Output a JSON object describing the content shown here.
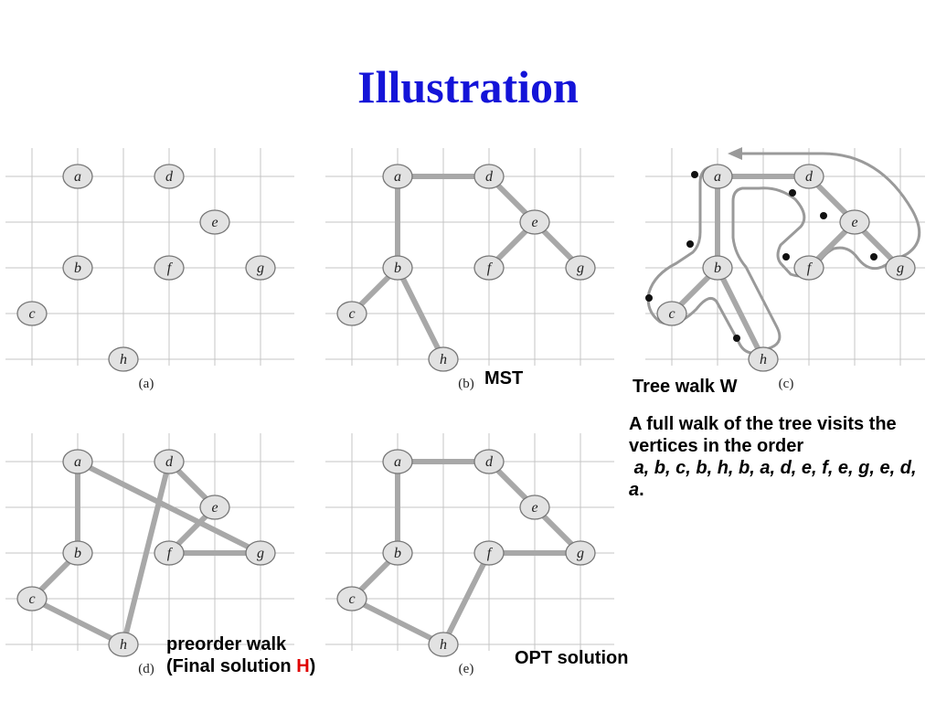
{
  "title": "Illustration",
  "vertices": [
    {
      "id": "a",
      "gx": 1,
      "gy": 0
    },
    {
      "id": "d",
      "gx": 3,
      "gy": 0
    },
    {
      "id": "e",
      "gx": 4,
      "gy": 1
    },
    {
      "id": "b",
      "gx": 1,
      "gy": 2
    },
    {
      "id": "f",
      "gx": 3,
      "gy": 2
    },
    {
      "id": "g",
      "gx": 5,
      "gy": 2
    },
    {
      "id": "c",
      "gx": 0,
      "gy": 3
    },
    {
      "id": "h",
      "gx": 2,
      "gy": 4
    }
  ],
  "panels": [
    {
      "id": "a",
      "label": "(a)",
      "edges": [],
      "walk": false
    },
    {
      "id": "b",
      "label": "(b)",
      "edges": [
        [
          "a",
          "d"
        ],
        [
          "a",
          "b"
        ],
        [
          "d",
          "e"
        ],
        [
          "e",
          "f"
        ],
        [
          "e",
          "g"
        ],
        [
          "b",
          "c"
        ],
        [
          "b",
          "h"
        ]
      ],
      "walk": false
    },
    {
      "id": "c",
      "label": "(c)",
      "edges": [
        [
          "a",
          "d"
        ],
        [
          "a",
          "b"
        ],
        [
          "d",
          "e"
        ],
        [
          "e",
          "f"
        ],
        [
          "e",
          "g"
        ],
        [
          "b",
          "c"
        ],
        [
          "b",
          "h"
        ]
      ],
      "walk": true
    },
    {
      "id": "d",
      "label": "(d)",
      "edges": [
        [
          "a",
          "b"
        ],
        [
          "b",
          "c"
        ],
        [
          "c",
          "h"
        ],
        [
          "h",
          "d"
        ],
        [
          "d",
          "e"
        ],
        [
          "e",
          "f"
        ],
        [
          "f",
          "g"
        ],
        [
          "g",
          "a"
        ]
      ],
      "walk": false
    },
    {
      "id": "e",
      "label": "(e)",
      "edges": [
        [
          "a",
          "d"
        ],
        [
          "d",
          "e"
        ],
        [
          "e",
          "g"
        ],
        [
          "g",
          "f"
        ],
        [
          "f",
          "h"
        ],
        [
          "h",
          "c"
        ],
        [
          "c",
          "b"
        ],
        [
          "b",
          "a"
        ]
      ],
      "walk": false
    }
  ],
  "captions": {
    "mst": "MST",
    "tree_walk": "Tree walk W",
    "preorder_line1": "preorder walk",
    "preorder_line2_pre": "(Final solution ",
    "preorder_line2_h": "H",
    "preorder_line2_post": ")",
    "opt": "OPT solution"
  },
  "note": {
    "text": "A full walk of the tree visits the vertices in the order",
    "sequence": "a, b, c, b, h, b, a, d, e, f, e, g, e, d, a",
    "end": "."
  },
  "colors": {
    "title": "#1414d8",
    "grid": "#c4c4c4",
    "edge": "#a8a8a8",
    "node_fill": "#e2e2e2",
    "node_stroke": "#777777",
    "walk_path": "#9a9a9a",
    "highlight": "#e00000"
  }
}
